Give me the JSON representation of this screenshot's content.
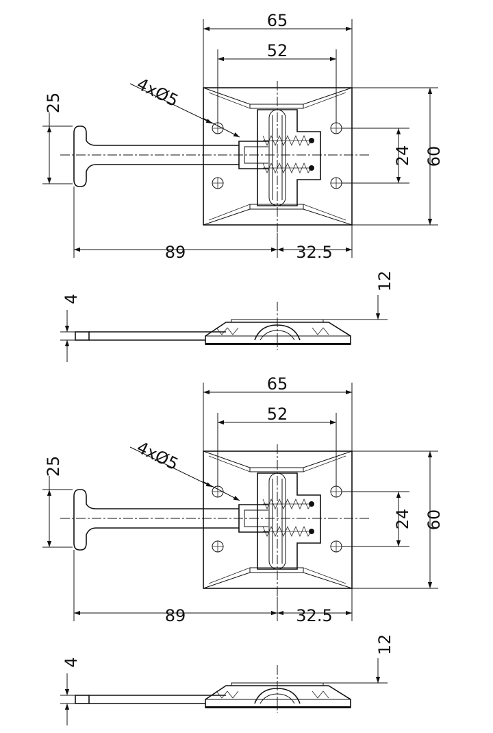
{
  "views": [
    {
      "plan": {
        "width_overall": "65",
        "hole_spacing_x": "52",
        "hole_callout": "4xØ5",
        "handle_width": "25",
        "hole_spacing_y": "24",
        "height_overall": "60",
        "reach": "89",
        "offset": "32.5"
      },
      "side": {
        "thickness": "4",
        "height": "12"
      }
    },
    {
      "plan": {
        "width_overall": "65",
        "hole_spacing_x": "52",
        "hole_callout": "4xØ5",
        "handle_width": "25",
        "hole_spacing_y": "24",
        "height_overall": "60",
        "reach": "89",
        "offset": "32.5"
      },
      "side": {
        "thickness": "4",
        "height": "12"
      }
    }
  ]
}
